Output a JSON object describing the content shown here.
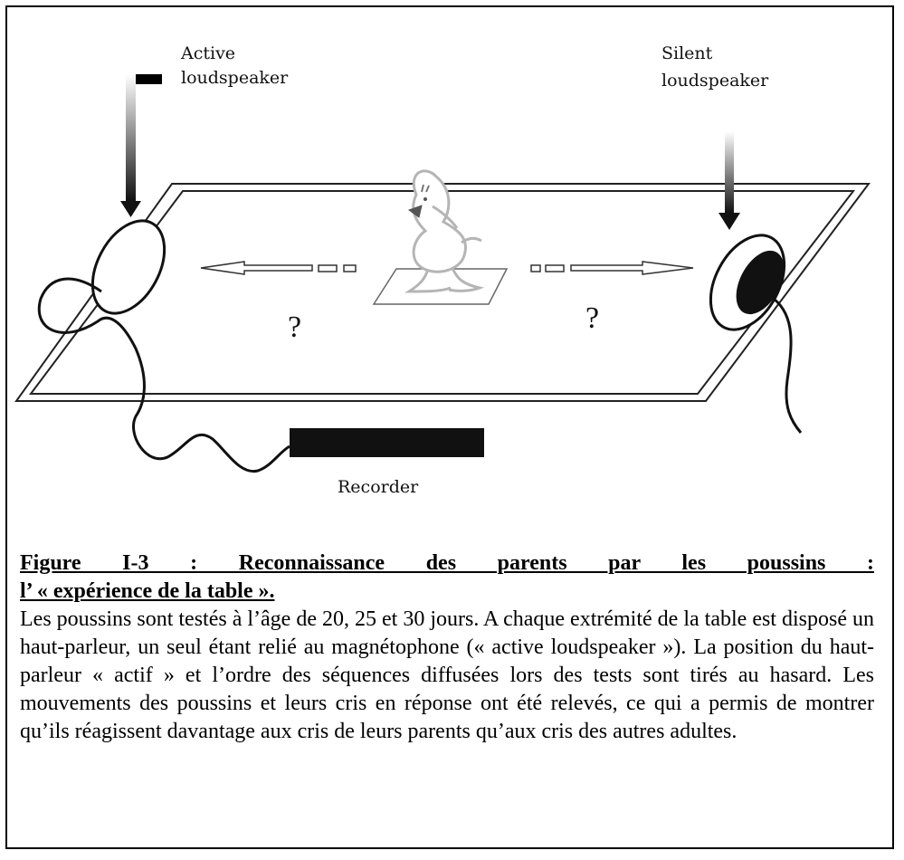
{
  "diagram": {
    "labels": {
      "active_line1": "Active",
      "active_line2": "loudspeaker",
      "silent_line1": "Silent",
      "silent_line2": "loudspeaker",
      "recorder": "Recorder",
      "question_left": "?",
      "question_right": "?"
    }
  },
  "caption": {
    "title_line1": "Figure I-3 : Reconnaissance des parents par les poussins :",
    "title_line2": "l’ « expérience de la table ».",
    "body": "Les poussins sont testés à l’âge de 20, 25 et 30 jours. A chaque extrémité de la table est disposé un haut-parleur, un seul étant relié au magnétophone (« active loudspeaker »). La position du haut-parleur « actif » et l’ordre des séquences diffusées lors des tests sont tirés au hasard. Les mouvements des poussins et leurs cris en réponse ont été relevés, ce qui a permis de montrer qu’ils réagissent davantage aux cris de leurs parents qu’aux cris des autres adultes."
  }
}
